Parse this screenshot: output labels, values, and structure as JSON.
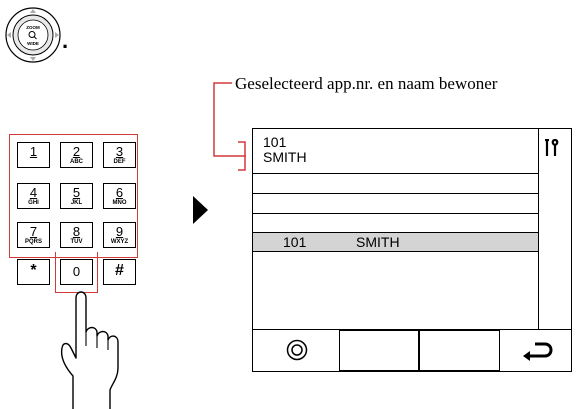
{
  "dial": {
    "top_label": "ZOOM",
    "bottom_label": "WIDE"
  },
  "callout": {
    "label": "Geselecteerd app.nr. en naam bewoner"
  },
  "keypad": {
    "keys": [
      {
        "digit": "1",
        "letters": ""
      },
      {
        "digit": "2",
        "letters": "ABC"
      },
      {
        "digit": "3",
        "letters": "DEF"
      },
      {
        "digit": "4",
        "letters": "GHI"
      },
      {
        "digit": "5",
        "letters": "JKL"
      },
      {
        "digit": "6",
        "letters": "MNO"
      },
      {
        "digit": "7",
        "letters": "PQRS"
      },
      {
        "digit": "8",
        "letters": "TUV"
      },
      {
        "digit": "9",
        "letters": "WXYZ"
      },
      {
        "digit": "*",
        "letters": ""
      },
      {
        "digit": "0",
        "letters": ""
      },
      {
        "digit": "#",
        "letters": ""
      }
    ]
  },
  "screen": {
    "selected_number": "101",
    "selected_name": "SMITH",
    "list_rows": [
      {
        "number": "101",
        "name": "SMITH",
        "highlighted": true
      }
    ],
    "icons": {
      "settings": "tools-icon",
      "home": "circle-button-icon",
      "back": "return-arrow-icon"
    },
    "highlight_color": "#d4d4d4"
  },
  "colors": {
    "callout": "#d23a3a"
  }
}
